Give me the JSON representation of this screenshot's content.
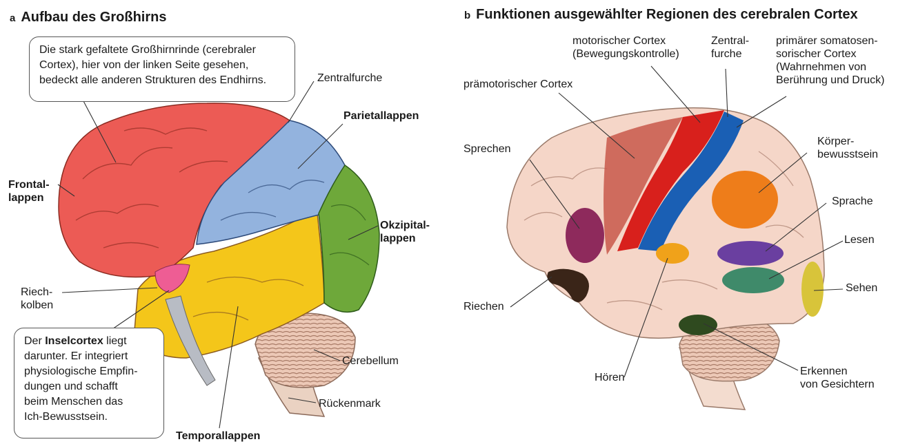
{
  "panel_a": {
    "letter": "a",
    "title": "Aufbau des Großhirns",
    "callout_top": [
      "Die stark gefaltete Großhirnrinde (cerebraler",
      "Cortex), hier von der linken Seite gesehen,",
      "bedeckt alle anderen Strukturen des Endhirns."
    ],
    "callout_bottom": {
      "prefix": "Der ",
      "bold": "Inselcortex",
      "suffix": " liegt",
      "lines": [
        "darunter. Er integriert",
        "physiologische Empfin-",
        "dungen und schafft",
        "beim Menschen das",
        "Ich-Bewusstsein."
      ]
    },
    "labels": {
      "zentralfurche": "Zentralfurche",
      "parietallappen": "Parietallappen",
      "frontallappen": [
        "Frontal-",
        "lappen"
      ],
      "okzipitallappen": [
        "Okzipital-",
        "lappen"
      ],
      "riechkolben": [
        "Riech-",
        "kolben"
      ],
      "cerebellum": "Cerebellum",
      "rueckenmark": "Rückenmark",
      "temporallappen": "Temporallappen"
    },
    "colors": {
      "frontal": "#ec5b55",
      "parietal": "#93b3de",
      "occipital": "#6ea83a",
      "temporal": "#f4c61a",
      "insula": "#ee5d94",
      "cerebellum": "#e8c0ab"
    }
  },
  "panel_b": {
    "letter": "b",
    "title": "Funktionen ausgewählter Regionen des cerebralen Cortex",
    "labels": {
      "motorischer_cortex": [
        "motorischer Cortex",
        "(Bewegungskontrolle)"
      ],
      "zentralfurche": [
        "Zentral-",
        "furche"
      ],
      "somatosensorisch": [
        "primärer somatosen-",
        "sorischer Cortex",
        "(Wahrnehmen von",
        "Berührung und Druck)"
      ],
      "praemotorisch": "prämotorischer Cortex",
      "sprechen": "Sprechen",
      "koerperbewusstsein": [
        "Körper-",
        "bewusstsein"
      ],
      "sprache": "Sprache",
      "lesen": "Lesen",
      "sehen": "Sehen",
      "riechen": "Riechen",
      "hoeren": "Hören",
      "gesichter": [
        "Erkennen",
        "von Gesichtern"
      ]
    },
    "colors": {
      "brain": "#f5d6c8",
      "premotor": "#c8584a",
      "motor": "#d8201c",
      "somatosensory": "#1a5fb4",
      "speech": "#8e2a5c",
      "body": "#ee7d1a",
      "language": "#6a3fa0",
      "reading": "#3f8a6a",
      "vision": "#d8c43a",
      "smell": "#3a2518",
      "hearing": "#f0a21a",
      "faces": "#2f4a1f"
    }
  }
}
